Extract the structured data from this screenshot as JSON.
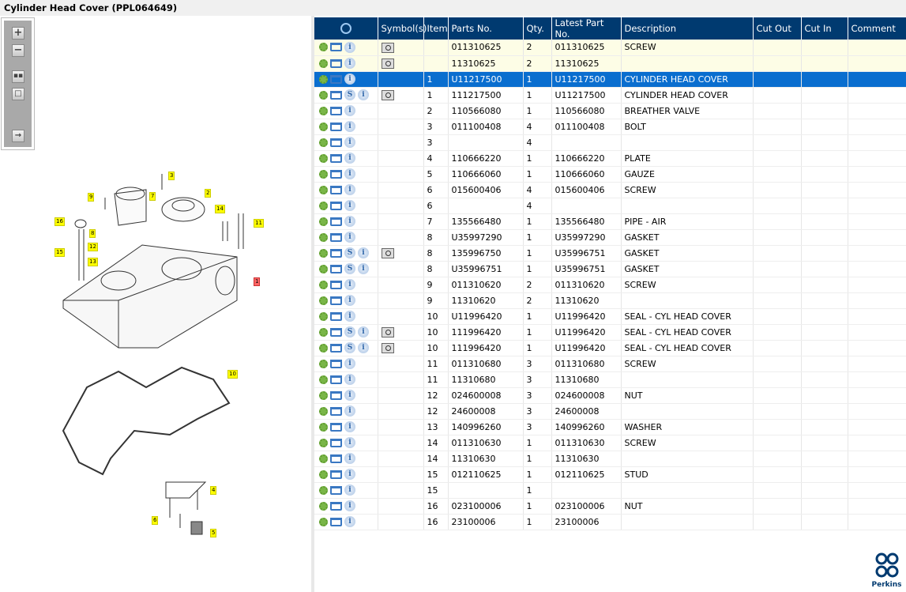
{
  "window": {
    "title": "Cylinder Head Cover (PPL064649)"
  },
  "toolbar": {
    "buttons": [
      "zoom-in",
      "zoom-out",
      "fit-all",
      "fit-window",
      "export"
    ]
  },
  "diagram": {
    "callouts": [
      "3",
      "9",
      "7",
      "2",
      "14",
      "16",
      "11",
      "8",
      "12",
      "13",
      "15",
      "1",
      "10",
      "4",
      "6",
      "5"
    ]
  },
  "table": {
    "columns": [
      "",
      "Symbol(s)",
      "Item",
      "Parts No.",
      "Qty.",
      "Latest Part No.",
      "Description",
      "Cut Out",
      "Cut In",
      "Comment"
    ],
    "rows": [
      {
        "s": false,
        "book": true,
        "style": "yel",
        "item": "",
        "part": "011310625",
        "qty": "2",
        "latest": "011310625",
        "desc": "SCREW"
      },
      {
        "s": false,
        "book": true,
        "style": "yel",
        "item": "",
        "part": "11310625",
        "qty": "2",
        "latest": "11310625",
        "desc": ""
      },
      {
        "s": false,
        "book": false,
        "style": "sel",
        "item": "1",
        "part": "U11217500",
        "qty": "1",
        "latest": "U11217500",
        "desc": "CYLINDER HEAD COVER"
      },
      {
        "s": true,
        "book": true,
        "style": "",
        "item": "1",
        "part": "111217500",
        "qty": "1",
        "latest": "U11217500",
        "desc": "CYLINDER HEAD COVER"
      },
      {
        "s": false,
        "book": false,
        "style": "",
        "item": "2",
        "part": "110566080",
        "qty": "1",
        "latest": "110566080",
        "desc": "BREATHER VALVE"
      },
      {
        "s": false,
        "book": false,
        "style": "",
        "item": "3",
        "part": "011100408",
        "qty": "4",
        "latest": "011100408",
        "desc": "BOLT"
      },
      {
        "s": false,
        "book": false,
        "style": "",
        "item": "3",
        "part": "",
        "qty": "4",
        "latest": "",
        "desc": ""
      },
      {
        "s": false,
        "book": false,
        "style": "",
        "item": "4",
        "part": "110666220",
        "qty": "1",
        "latest": "110666220",
        "desc": "PLATE"
      },
      {
        "s": false,
        "book": false,
        "style": "",
        "item": "5",
        "part": "110666060",
        "qty": "1",
        "latest": "110666060",
        "desc": "GAUZE"
      },
      {
        "s": false,
        "book": false,
        "style": "",
        "item": "6",
        "part": "015600406",
        "qty": "4",
        "latest": "015600406",
        "desc": "SCREW"
      },
      {
        "s": false,
        "book": false,
        "style": "",
        "item": "6",
        "part": "",
        "qty": "4",
        "latest": "",
        "desc": ""
      },
      {
        "s": false,
        "book": false,
        "style": "",
        "item": "7",
        "part": "135566480",
        "qty": "1",
        "latest": "135566480",
        "desc": "PIPE - AIR"
      },
      {
        "s": false,
        "book": false,
        "style": "",
        "item": "8",
        "part": "U35997290",
        "qty": "1",
        "latest": "U35997290",
        "desc": "GASKET"
      },
      {
        "s": true,
        "book": true,
        "style": "",
        "item": "8",
        "part": "135996750",
        "qty": "1",
        "latest": "U35996751",
        "desc": "GASKET"
      },
      {
        "s": true,
        "book": false,
        "style": "",
        "item": "8",
        "part": "U35996751",
        "qty": "1",
        "latest": "U35996751",
        "desc": "GASKET"
      },
      {
        "s": false,
        "book": false,
        "style": "",
        "item": "9",
        "part": "011310620",
        "qty": "2",
        "latest": "011310620",
        "desc": "SCREW"
      },
      {
        "s": false,
        "book": false,
        "style": "",
        "item": "9",
        "part": "11310620",
        "qty": "2",
        "latest": "11310620",
        "desc": ""
      },
      {
        "s": false,
        "book": false,
        "style": "",
        "item": "10",
        "part": "U11996420",
        "qty": "1",
        "latest": "U11996420",
        "desc": "SEAL - CYL HEAD COVER"
      },
      {
        "s": true,
        "book": true,
        "style": "",
        "item": "10",
        "part": "111996420",
        "qty": "1",
        "latest": "U11996420",
        "desc": "SEAL - CYL HEAD COVER"
      },
      {
        "s": true,
        "book": true,
        "style": "",
        "item": "10",
        "part": "111996420",
        "qty": "1",
        "latest": "U11996420",
        "desc": "SEAL - CYL HEAD COVER"
      },
      {
        "s": false,
        "book": false,
        "style": "",
        "item": "11",
        "part": "011310680",
        "qty": "3",
        "latest": "011310680",
        "desc": "SCREW"
      },
      {
        "s": false,
        "book": false,
        "style": "",
        "item": "11",
        "part": "11310680",
        "qty": "3",
        "latest": "11310680",
        "desc": ""
      },
      {
        "s": false,
        "book": false,
        "style": "",
        "item": "12",
        "part": "024600008",
        "qty": "3",
        "latest": "024600008",
        "desc": "NUT"
      },
      {
        "s": false,
        "book": false,
        "style": "",
        "item": "12",
        "part": "24600008",
        "qty": "3",
        "latest": "24600008",
        "desc": ""
      },
      {
        "s": false,
        "book": false,
        "style": "",
        "item": "13",
        "part": "140996260",
        "qty": "3",
        "latest": "140996260",
        "desc": "WASHER"
      },
      {
        "s": false,
        "book": false,
        "style": "",
        "item": "14",
        "part": "011310630",
        "qty": "1",
        "latest": "011310630",
        "desc": "SCREW"
      },
      {
        "s": false,
        "book": false,
        "style": "",
        "item": "14",
        "part": "11310630",
        "qty": "1",
        "latest": "11310630",
        "desc": ""
      },
      {
        "s": false,
        "book": false,
        "style": "",
        "item": "15",
        "part": "012110625",
        "qty": "1",
        "latest": "012110625",
        "desc": "STUD"
      },
      {
        "s": false,
        "book": false,
        "style": "",
        "item": "15",
        "part": "",
        "qty": "1",
        "latest": "",
        "desc": ""
      },
      {
        "s": false,
        "book": false,
        "style": "",
        "item": "16",
        "part": "023100006",
        "qty": "1",
        "latest": "023100006",
        "desc": "NUT"
      },
      {
        "s": false,
        "book": false,
        "style": "",
        "item": "16",
        "part": "23100006",
        "qty": "1",
        "latest": "23100006",
        "desc": ""
      }
    ]
  },
  "logo": {
    "text": "Perkins"
  },
  "colors": {
    "header": "#003a70",
    "selected": "#0a6ecf",
    "highlight": "#fdfde6",
    "callout": "#ffff00"
  }
}
